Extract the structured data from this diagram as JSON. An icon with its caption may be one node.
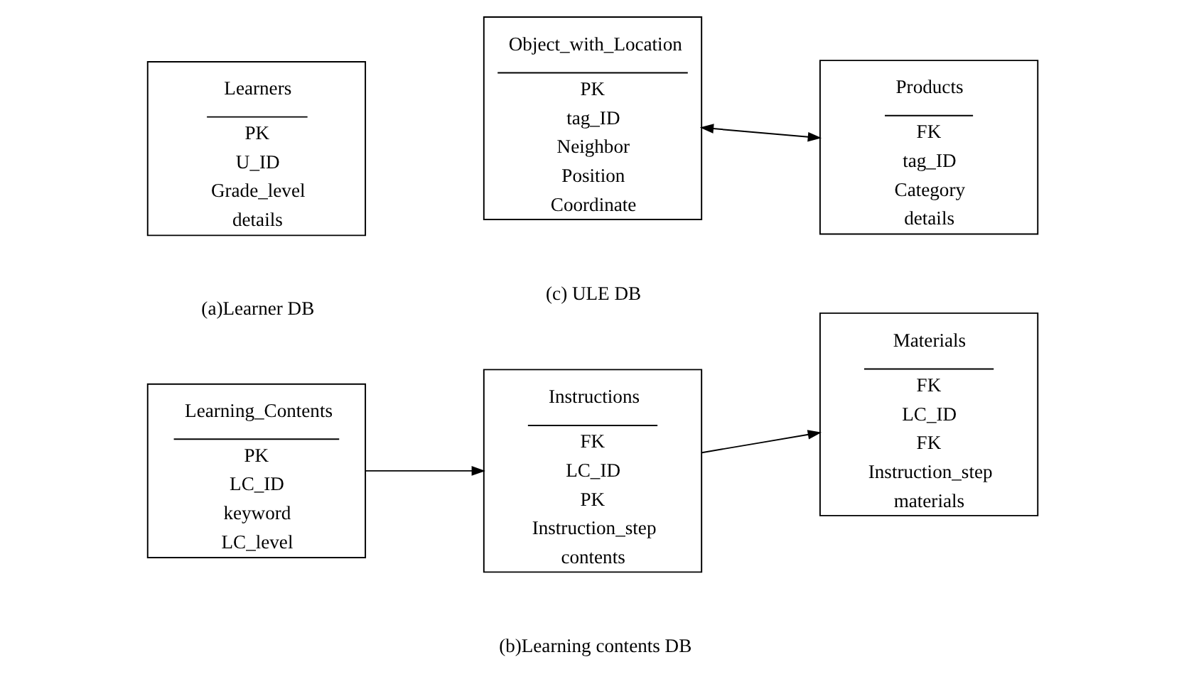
{
  "diagram": {
    "nodes": [
      {
        "text": [
          "Learners",
          "PK",
          "U_ID",
          "Grade_level",
          "details"
        ]
      },
      {
        "text": [
          "Object_with_Location",
          "PK",
          "tag_ID",
          "Neighbor",
          "Position",
          "Coordinate"
        ]
      },
      {
        "text": [
          "Products",
          "FK",
          "tag_ID",
          "Category",
          "details"
        ]
      },
      {
        "text": [
          "Learning_Contents",
          "PK",
          "LC_ID",
          "keyword",
          "LC_level"
        ]
      },
      {
        "text": [
          "Instructions",
          "FK",
          "LC_ID",
          "PK",
          "Instruction_step",
          "contents"
        ]
      },
      {
        "text": [
          "Materials",
          "FK",
          "LC_ID",
          "FK",
          "Instruction_step",
          "materials"
        ]
      }
    ],
    "edges": [
      {
        "from": 1,
        "to": 2,
        "arrow": "both"
      },
      {
        "from": 3,
        "to": 4,
        "arrow": "to"
      },
      {
        "from": 4,
        "to": 5,
        "arrow": "to"
      }
    ],
    "labels": [
      "(a)Learner DB",
      "(c) ULE DB",
      "(b)Learning contents DB"
    ]
  }
}
